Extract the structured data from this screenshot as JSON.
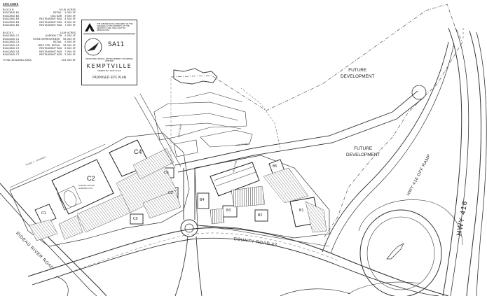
{
  "site_stats": {
    "heading": "SITE STATS",
    "block_b": {
      "label": "BLOCK B",
      "units": "SQ.M.  ACRES",
      "rows": [
        {
          "name": "BUILDING B1",
          "use": "RETAIL",
          "area": "5 000 SF"
        },
        {
          "name": "BUILDING B2",
          "use": "GAS BAR",
          "area": "3 000 SF"
        },
        {
          "name": "BUILDING B3",
          "use": "RESTAURANT PAD",
          "area": "4 500 SF"
        },
        {
          "name": "BUILDING B4",
          "use": "RESTAURANT PAD",
          "area": "6 000 SF"
        },
        {
          "name": "BUILDING B5",
          "use": "RESTAURANT PAD",
          "area": "7 000 SF"
        }
      ]
    },
    "block_c": {
      "label": "BLOCK C",
      "units": "LEAF ACRES",
      "rows": [
        {
          "name": "BUILDING C1",
          "use": "GARDEN CTR",
          "area": "5 000 SF"
        },
        {
          "name": "BUILDING C2",
          "use": "HOME IMPROVEMENT",
          "area": "98 000 SF"
        },
        {
          "name": "BUILDING C3",
          "use": "RETAIL",
          "area": "5 000 SF"
        },
        {
          "name": "BUILDING C4",
          "use": "FREE STD. RETAIL",
          "area": "38 000 SF"
        },
        {
          "name": "BUILDING C5",
          "use": "RESTAURANT PAD",
          "area": "6 000 SF"
        },
        {
          "name": "BUILDING C6",
          "use": "RESTAURANT PAD",
          "area": "7 000 SF"
        },
        {
          "name": "BUILDING C7",
          "use": "RESTAURANT PAD",
          "area": "5 000 SF"
        }
      ]
    },
    "total": {
      "name": "TOTAL BUILDING AREA",
      "area": "205 000 SF"
    }
  },
  "title_block": {
    "firm_note": "THE INFORMATION CONTAINED ON THIS DRAWING IS THE PROPERTY OF THE ARCHITECT AND SHALL NOT BE REPRODUCED",
    "sheet": "SA11",
    "project_line": "PROPOSED RETAIL DEVELOPMENT SHOPPING CENTRE",
    "town": "KEMPTVILLE",
    "meta_line": "PROJECT NO.  DATE  SCALE",
    "drawing_title": "PROPOSED SITE PLAN"
  },
  "labels": {
    "future_dev_1": "FUTURE\nDEVELOPMENT",
    "future_dev_2": "FUTURE\nDEVELOPMENT",
    "c4": "C4",
    "c2": "C2",
    "c1": "C1",
    "c3": "C3",
    "c5": "C5",
    "c6": "C6",
    "b1": "B1",
    "b2": "B2",
    "b3": "B3",
    "b4": "B4",
    "b5": "B5",
    "county_road": "COUNTY ROAD 43",
    "rideau_river_road": "RIDEAU RIVER ROAD",
    "hwy_416_off_ramp": "HWY 416 OFF RAMP",
    "hwy_416": "HWY 416",
    "garden_centre_note": "PARCEL NOTES\nGARDEN CTR",
    "new_street_1": "NEW STREET",
    "new_street_2": "NEW STREET",
    "new_street_3": "NEW STREET",
    "phase_note": "PHASE 1 - 3.6 ACRES"
  }
}
